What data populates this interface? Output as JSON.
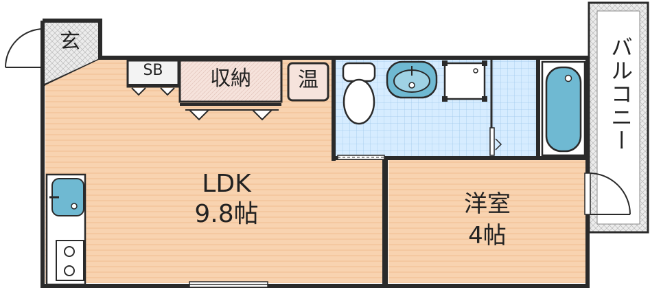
{
  "rooms": {
    "entrance": {
      "label": "玄"
    },
    "shoe_box": {
      "label": "SB"
    },
    "storage": {
      "label": "収納"
    },
    "water_heater": {
      "label": "温"
    },
    "ldk": {
      "name": "LDK",
      "size": "9.8帖"
    },
    "western_room": {
      "name": "洋室",
      "size": "4帖"
    },
    "balcony": {
      "label": "バルコニー"
    }
  },
  "colors": {
    "floor": "#f8cfaa",
    "wet_area": "#d4ebff",
    "fixture": "#6fb9d2",
    "balcony": "#e8e8e8",
    "wall": "#2a2a2a"
  }
}
